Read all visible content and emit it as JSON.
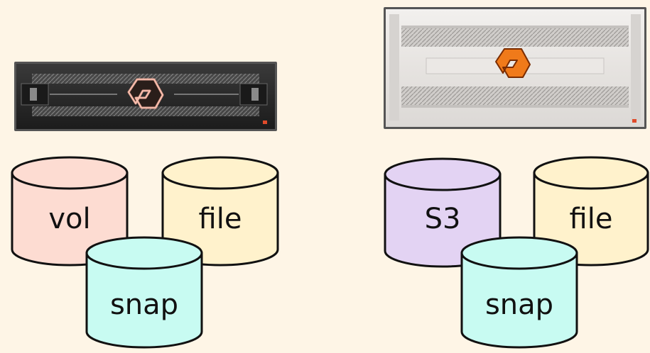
{
  "colors": {
    "background": "#fef5e6",
    "vol": "#fddcd2",
    "file": "#fff2cc",
    "snap": "#c8fbf2",
    "s3": "#e3d3f3",
    "logo_accent": "#f07a1a"
  },
  "left_group": {
    "array": {
      "icon": "storage-array-dark",
      "logo": "pure-storage-logo"
    },
    "volumes": [
      {
        "label": "vol",
        "color_key": "vol"
      },
      {
        "label": "file",
        "color_key": "file"
      },
      {
        "label": "snap",
        "color_key": "snap"
      }
    ]
  },
  "right_group": {
    "array": {
      "icon": "storage-array-light",
      "logo": "pure-storage-logo"
    },
    "volumes": [
      {
        "label": "S3",
        "color_key": "s3"
      },
      {
        "label": "file",
        "color_key": "file"
      },
      {
        "label": "snap",
        "color_key": "snap"
      }
    ]
  }
}
